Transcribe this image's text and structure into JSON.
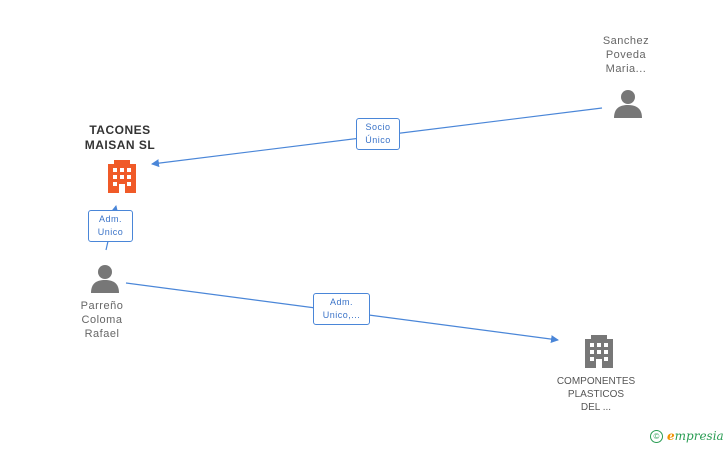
{
  "nodes": {
    "tacones": {
      "lines": [
        "TACONES",
        "MAISAN SL"
      ],
      "icon": "building-icon",
      "color": "#f05a28"
    },
    "sanchez": {
      "lines": [
        "Sanchez",
        "Poveda",
        "Maria..."
      ],
      "icon": "person-icon",
      "color": "#777777"
    },
    "parreno": {
      "lines": [
        "Parreño",
        "Coloma",
        "Rafael"
      ],
      "icon": "person-icon",
      "color": "#777777"
    },
    "componentes": {
      "lines": [
        "COMPONENTES",
        "PLASTICOS",
        "DEL ..."
      ],
      "icon": "building-icon",
      "color": "#777777"
    }
  },
  "edges": {
    "socio_unico": {
      "lines": [
        "Socio",
        "Único"
      ]
    },
    "adm_unico_1": {
      "lines": [
        "Adm.",
        "Unico"
      ]
    },
    "adm_unico_2": {
      "lines": [
        "Adm.",
        "Unico,..."
      ]
    }
  },
  "edge_color": "#4a86d8",
  "brand": {
    "copyright": "©",
    "initial": "e",
    "name": "mpresia"
  }
}
